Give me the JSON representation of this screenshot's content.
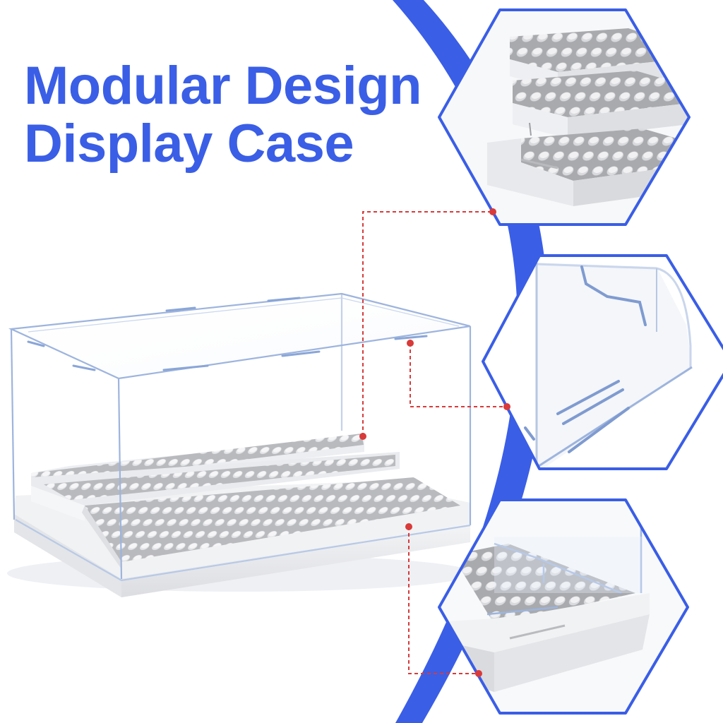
{
  "headline": {
    "line1": "Modular Design",
    "line2": "Display Case"
  },
  "colors": {
    "accent": "#3a5ee6",
    "connector": "#d93a3a",
    "base_white": "#eeeff2",
    "stud_grey": "#c9cacd",
    "acrylic_edge": "#9db4dd"
  },
  "icons": {
    "connector_dot": "red-dot-icon"
  },
  "callouts": [
    {
      "name": "stacked-shelf-modules-detail"
    },
    {
      "name": "panel-slot-joint-detail"
    },
    {
      "name": "base-corner-lock-detail"
    }
  ]
}
